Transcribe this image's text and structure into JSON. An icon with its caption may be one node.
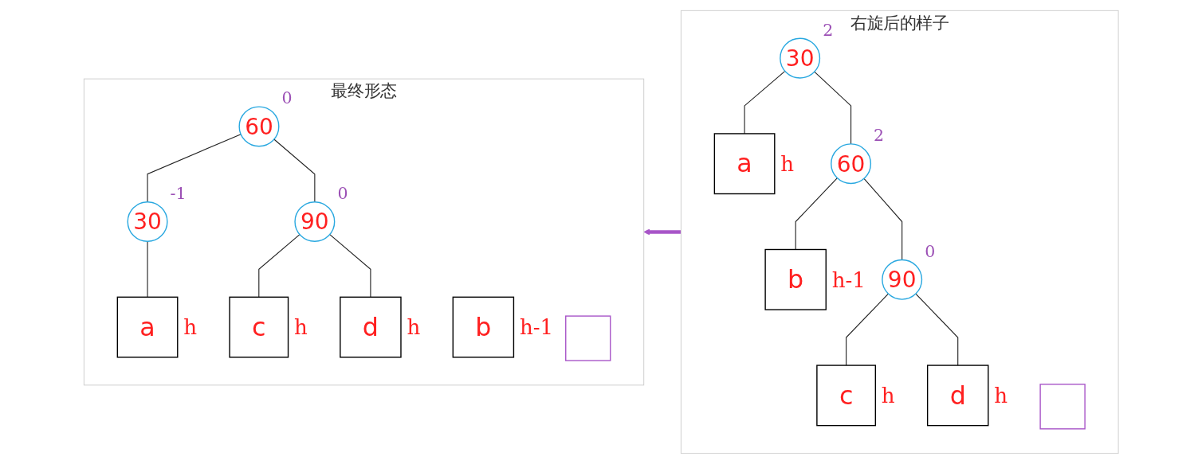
{
  "diagram": {
    "nodes": [
      {
        "text": [
          "最终形态"
        ]
      },
      {
        "text": [
          "60"
        ],
        "in": 0,
        "beside": [
          "0"
        ]
      },
      {
        "text": [
          "30"
        ],
        "in": 0,
        "beside": [
          "-1"
        ]
      },
      {
        "text": [
          "90"
        ],
        "in": 0,
        "beside": [
          "0"
        ]
      },
      {
        "text": [
          "a"
        ],
        "in": 0,
        "beside": [
          "h"
        ]
      },
      {
        "text": [
          "b"
        ],
        "in": 0,
        "beside": [
          "h-1"
        ]
      },
      {
        "text": [
          "c"
        ],
        "in": 0,
        "beside": [
          "h"
        ]
      },
      {
        "text": [],
        "shape": "box",
        "in": 0
      },
      {
        "text": [
          "d"
        ],
        "in": 0,
        "beside": [
          "h"
        ]
      },
      {
        "text": [
          "右旋后的样子"
        ]
      },
      {
        "text": [
          "30"
        ],
        "in": 9,
        "beside": [
          "2"
        ]
      },
      {
        "text": [
          "a"
        ],
        "in": 9,
        "beside": [
          "h"
        ]
      },
      {
        "text": [
          "60"
        ],
        "in": 9,
        "beside": [
          "2"
        ]
      },
      {
        "text": [
          "b"
        ],
        "in": 9,
        "beside": [
          "h-1"
        ]
      },
      {
        "text": [
          "90"
        ],
        "in": 9,
        "beside": [
          "0"
        ]
      },
      {
        "text": [
          "c"
        ],
        "in": 9,
        "beside": [
          "h"
        ]
      },
      {
        "text": [],
        "shape": "box",
        "in": 9
      },
      {
        "text": [
          "d"
        ],
        "in": 9,
        "beside": [
          "h"
        ]
      }
    ],
    "edges": [
      {
        "from": 1,
        "to": 2,
        "arrow": "none"
      },
      {
        "from": 1,
        "to": 3,
        "arrow": "none"
      },
      {
        "from": 2,
        "to": 4,
        "arrow": "none"
      },
      {
        "from": 3,
        "to": 6,
        "arrow": "none"
      },
      {
        "from": 3,
        "to": 8,
        "arrow": "none"
      },
      {
        "from": 10,
        "to": 11,
        "arrow": "none"
      },
      {
        "from": 10,
        "to": 12,
        "arrow": "none"
      },
      {
        "from": 12,
        "to": 13,
        "arrow": "none"
      },
      {
        "from": 12,
        "to": 14,
        "arrow": "none"
      },
      {
        "from": 14,
        "to": 15,
        "arrow": "none"
      },
      {
        "from": 14,
        "to": 17,
        "arrow": "none"
      },
      {
        "from": 9,
        "to": 0,
        "arrow": "to",
        "style": "thick",
        "color": "#a855c8"
      }
    ]
  }
}
